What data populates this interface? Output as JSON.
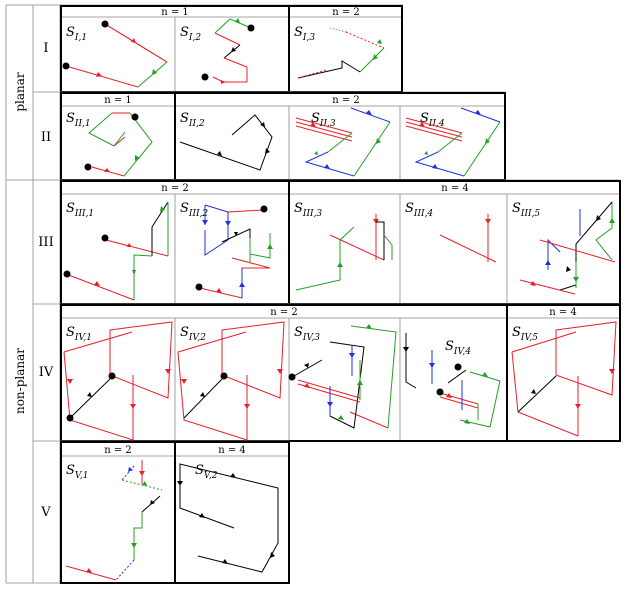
{
  "groups": [
    {
      "id": "planar",
      "label": "planar"
    },
    {
      "id": "nonplanar",
      "label": "non-planar"
    }
  ],
  "rows": [
    {
      "id": "I",
      "label": "I"
    },
    {
      "id": "II",
      "label": "II"
    },
    {
      "id": "III",
      "label": "III"
    },
    {
      "id": "IV",
      "label": "IV"
    },
    {
      "id": "V",
      "label": "V"
    }
  ],
  "n_labels": {
    "I_a": "n = 1",
    "I_b": "n = 2",
    "II_a": "n = 1",
    "II_b": "n = 2",
    "III_a": "n = 2",
    "III_b": "n = 4",
    "IV_a": "n = 2",
    "IV_b": "n = 4",
    "V_a": "n = 2",
    "V_b": "n = 4"
  },
  "cells": {
    "S_I_1": {
      "main": "S",
      "sub": "I,1"
    },
    "S_I_2": {
      "main": "S",
      "sub": "I,2"
    },
    "S_I_3": {
      "main": "S",
      "sub": "I,3"
    },
    "S_II_1": {
      "main": "S",
      "sub": "II,1"
    },
    "S_II_2": {
      "main": "S",
      "sub": "II,2"
    },
    "S_II_3": {
      "main": "S",
      "sub": "II,3"
    },
    "S_II_4": {
      "main": "S",
      "sub": "II,4"
    },
    "S_III_1": {
      "main": "S",
      "sub": "III,1"
    },
    "S_III_2": {
      "main": "S",
      "sub": "III,2"
    },
    "S_III_3": {
      "main": "S",
      "sub": "III,3"
    },
    "S_III_4": {
      "main": "S",
      "sub": "III,4"
    },
    "S_III_5": {
      "main": "S",
      "sub": "III,5"
    },
    "S_IV_1": {
      "main": "S",
      "sub": "IV,1"
    },
    "S_IV_2": {
      "main": "S",
      "sub": "IV,2"
    },
    "S_IV_3": {
      "main": "S",
      "sub": "IV,3"
    },
    "S_IV_4": {
      "main": "S",
      "sub": "IV,4"
    },
    "S_IV_5": {
      "main": "S",
      "sub": "IV,5"
    },
    "S_V_1": {
      "main": "S",
      "sub": "V,1"
    },
    "S_V_2": {
      "main": "S",
      "sub": "V,2"
    }
  },
  "colors": {
    "red": "#e8202a",
    "green": "#22a022",
    "blue": "#2030d8",
    "black": "#000000",
    "grid": "#888888"
  }
}
